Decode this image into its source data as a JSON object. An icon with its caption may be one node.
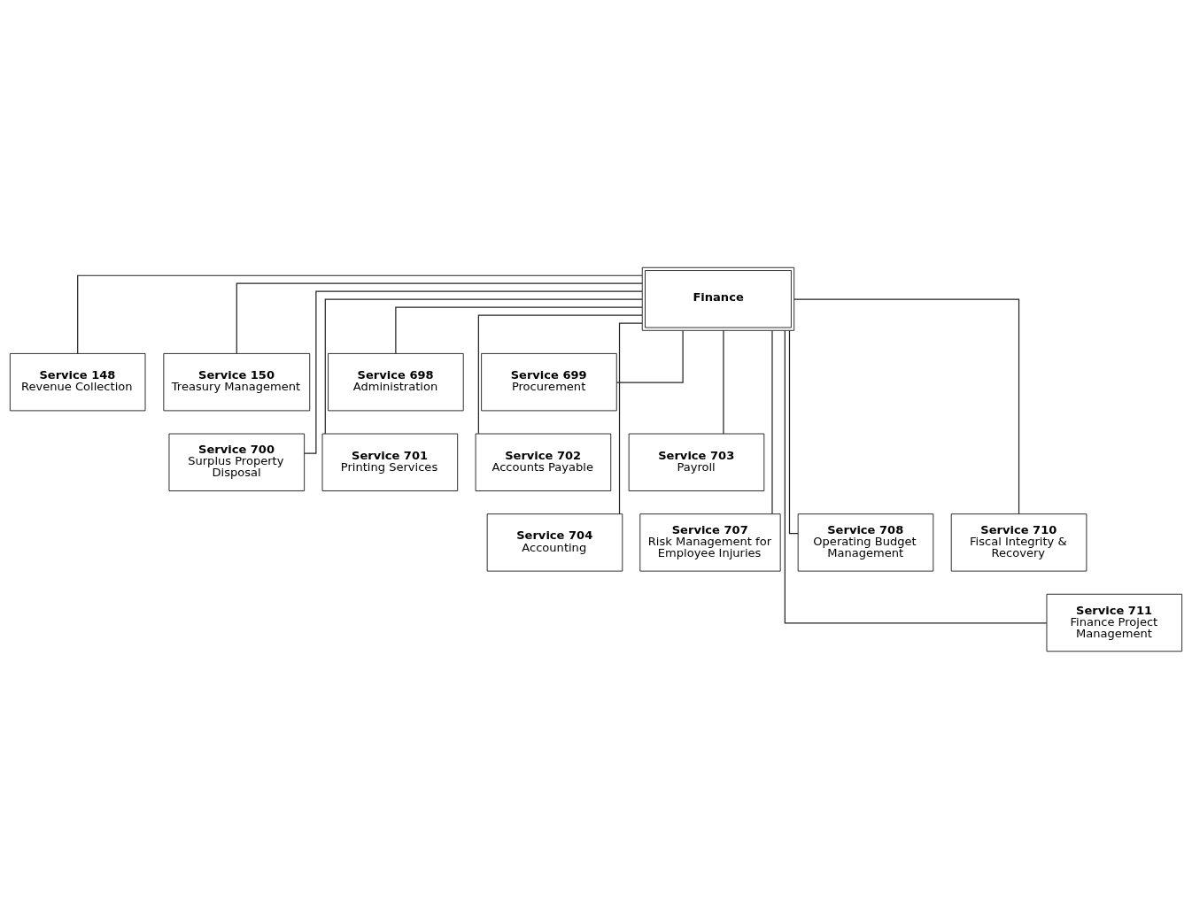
{
  "diagram": {
    "nodes": [
      {
        "text": [
          "Finance"
        ]
      },
      {
        "text": [
          "Service 148",
          "Revenue Collection"
        ]
      },
      {
        "text": [
          "Service 150",
          "Treasury Management"
        ]
      },
      {
        "text": [
          "Service 698",
          "Administration"
        ]
      },
      {
        "text": [
          "Service 699",
          "Procurement"
        ]
      },
      {
        "text": [
          "Service 700",
          "Surplus Property Disposal"
        ]
      },
      {
        "text": [
          "Service 701",
          "Printing Services"
        ]
      },
      {
        "text": [
          "Service 702",
          "Accounts Payable"
        ]
      },
      {
        "text": [
          "Service 703",
          "Payroll"
        ]
      },
      {
        "text": [
          "Service 704",
          "Accounting"
        ]
      },
      {
        "text": [
          "Service 707",
          "Risk Management for Employee Injuries"
        ]
      },
      {
        "text": [
          "Service 708",
          "Operating Budget Management"
        ]
      },
      {
        "text": [
          "Service 710",
          "Fiscal Integrity & Recovery"
        ]
      },
      {
        "text": [
          "Service 711",
          "Finance Project Management"
        ]
      }
    ],
    "edges": [
      {
        "from": 0,
        "to": 1,
        "arrow": "none"
      },
      {
        "from": 0,
        "to": 2,
        "arrow": "none"
      },
      {
        "from": 0,
        "to": 3,
        "arrow": "none"
      },
      {
        "from": 0,
        "to": 4,
        "arrow": "none"
      },
      {
        "from": 0,
        "to": 5,
        "arrow": "none"
      },
      {
        "from": 0,
        "to": 6,
        "arrow": "none"
      },
      {
        "from": 0,
        "to": 7,
        "arrow": "none"
      },
      {
        "from": 0,
        "to": 8,
        "arrow": "none"
      },
      {
        "from": 0,
        "to": 9,
        "arrow": "none"
      },
      {
        "from": 0,
        "to": 10,
        "arrow": "none"
      },
      {
        "from": 0,
        "to": 11,
        "arrow": "none"
      },
      {
        "from": 0,
        "to": 12,
        "arrow": "none"
      },
      {
        "from": 0,
        "to": 13,
        "arrow": "none"
      }
    ]
  }
}
